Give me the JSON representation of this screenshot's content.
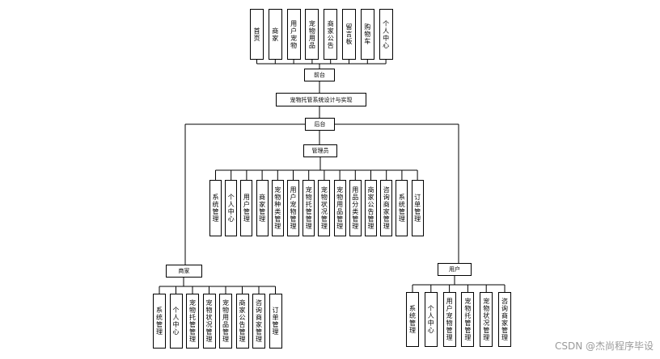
{
  "front_modules": [
    "首页",
    "商家",
    "用户宠物",
    "宠物用品",
    "商家公告",
    "留言板",
    "购物车",
    "个人中心"
  ],
  "front_label": "前台",
  "system_title": "宠物托管系统设计与实现",
  "back_label": "后台",
  "admin_label": "管理员",
  "admin_modules": [
    "系统管理",
    "个人中心",
    "用户管理",
    "商家管理",
    "宠物种类管理",
    "用户宠物管理",
    "宠物托管管理",
    "宠物状况管理",
    "宠物用品管理",
    "用品分类管理",
    "商家公告管理",
    "咨询商家管理",
    "系统管理",
    "订单管理"
  ],
  "merchant_label": "商家",
  "merchant_modules": [
    "系统管理",
    "个人中心",
    "宠物托管管理",
    "宠物状况管理",
    "宠物用品管理",
    "商家公告管理",
    "咨询商家管理",
    "订单管理"
  ],
  "user_label": "用户",
  "user_modules": [
    "系统管理",
    "个人中心",
    "用户宠物管理",
    "宠物托管管理",
    "宠物状况管理",
    "咨询商家管理"
  ],
  "watermark": "CSDN @杰尚程序毕设"
}
